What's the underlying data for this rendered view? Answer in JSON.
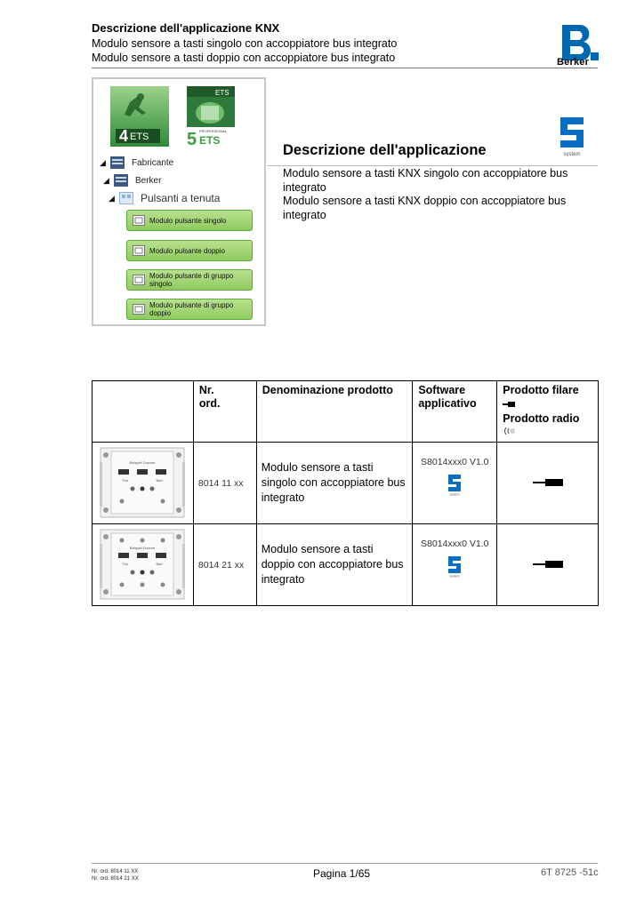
{
  "header": {
    "title": "Descrizione dell'applicazione KNX",
    "line1": "Modulo sensore a tasti singolo con accoppiatore bus integrato",
    "line2": "Modulo sensore a tasti doppio con accoppiatore bus integrato",
    "brand": "Berker",
    "logo_letter": "B."
  },
  "ets_panel": {
    "ets4_label": "ETS",
    "ets4_num": "4",
    "ets5_num": "5",
    "ets5_label": "ETS",
    "ets5_top": "ETS",
    "ets5_prof": "PROFESSIONAL",
    "tree": {
      "level1": "Fabricante",
      "level2": "Berker",
      "level3": "Pulsanti a tenuta",
      "items": [
        [
          "Modulo pulsante singolo"
        ],
        [
          "Modulo pulsante doppio"
        ],
        [
          "Modulo pulsante di gruppo",
          "singolo"
        ],
        [
          "Modulo pulsante di gruppo",
          "doppio"
        ]
      ]
    }
  },
  "system_badge": {
    "label": "system",
    "color": "#0a6fc2"
  },
  "description": {
    "title": "Descrizione dell'applicazione",
    "line1": "Modulo sensore a tasti KNX singolo con accoppiatore bus integrato",
    "line2": "Modulo sensore a tasti KNX doppio con accoppiatore bus integrato"
  },
  "table": {
    "headers": {
      "nr": [
        "Nr.",
        "ord."
      ],
      "name": "Denominazione prodotto",
      "software": [
        "Software",
        "applicativo"
      ],
      "prod_wired": "Prodotto filare",
      "prod_radio": "Prodotto radio"
    },
    "rows": [
      {
        "nr": "8014 11 xx",
        "name": "Modulo sensore a tasti singolo con accoppiatore bus integrato",
        "software": "S8014xxx0 V1.0"
      },
      {
        "nr": "8014 21 xx",
        "name": "Modulo sensore a tasti doppio con accoppiatore bus integrato",
        "software": "S8014xxx0 V1.0"
      }
    ],
    "device_labels": [
      "Beispiel Dusche",
      "Flur",
      "Bad"
    ]
  },
  "footer": {
    "ord1": "Nr. ord. 8014 11 XX",
    "ord2": "Nr. ord. 8014 21 XX",
    "page": "Pagina 1/65",
    "code": "6T 8725 -51c"
  },
  "colors": {
    "green_button": "#8fcb5f",
    "green_border": "#5eab3c",
    "ets_dark_green": "#1f6b2a",
    "system_blue": "#0a6fc2",
    "berker_blue": "#0067b1"
  }
}
